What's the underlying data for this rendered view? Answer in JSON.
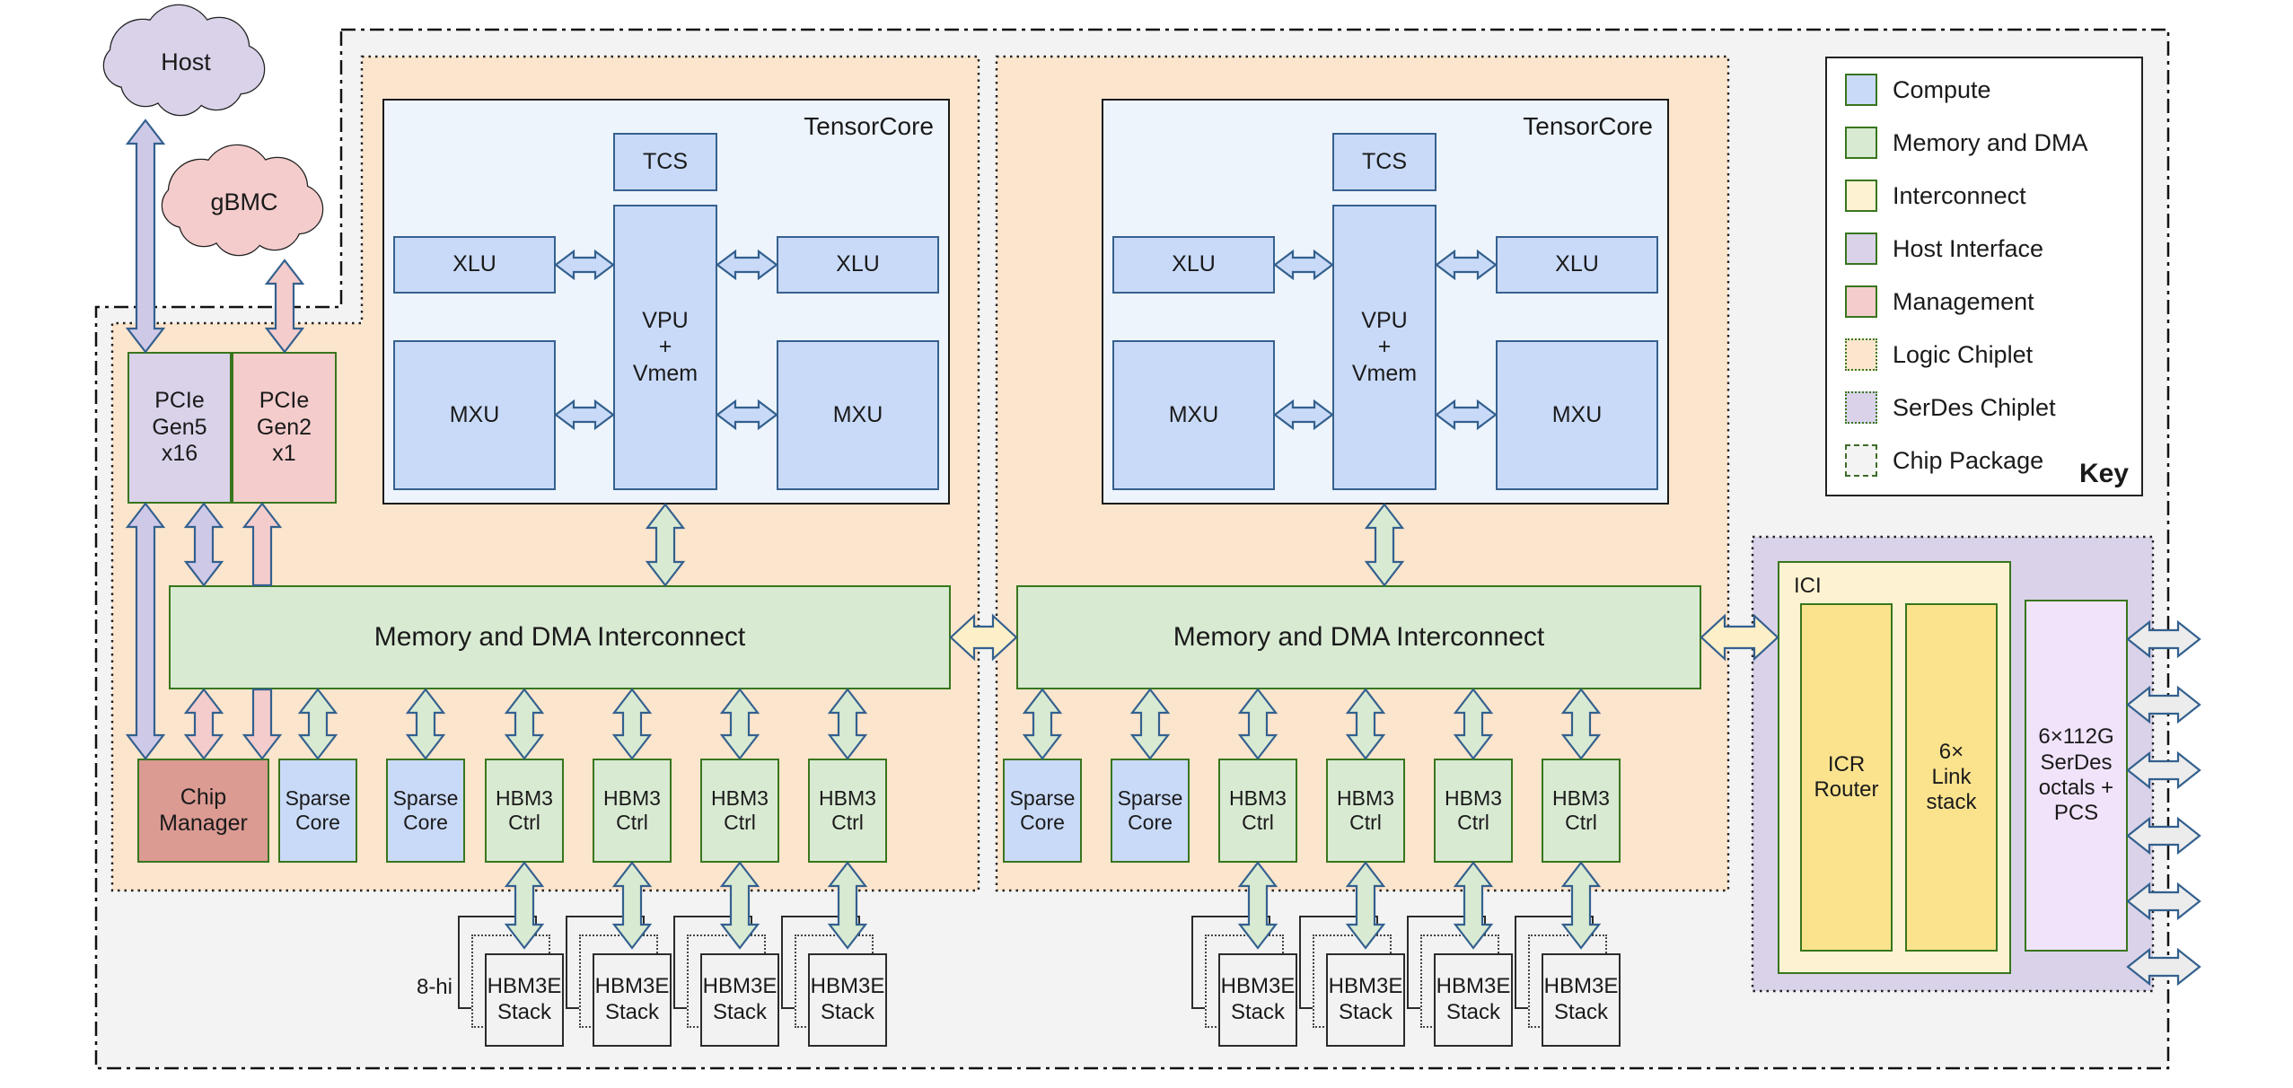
{
  "labels": {
    "host_cloud": "Host",
    "gbmc_cloud": "gBMC",
    "pcie_gen5": "PCIe\nGen5\nx16",
    "pcie_gen2": "PCIe\nGen2\nx1",
    "tensorcore": "TensorCore",
    "tcs": "TCS",
    "vpu": "VPU\n+\nVmem",
    "xlu": "XLU",
    "mxu": "MXU",
    "interconnect": "Memory and DMA Interconnect",
    "chip_manager": "Chip\nManager",
    "sparse_core": "Sparse\nCore",
    "hbm3_ctrl": "HBM3\nCtrl",
    "hbm3e_stack": "HBM3E\nStack",
    "stack_height": "8-hi",
    "ici": "ICI",
    "icr_router": "ICR\nRouter",
    "link_stack": "6×\nLink\nstack",
    "serdes_octals": "6×112G\nSerDes\noctals +\nPCS"
  },
  "key": {
    "title": "Key",
    "items": [
      {
        "label": "Compute",
        "color": "#c9daf8",
        "border": "solid"
      },
      {
        "label": "Memory and DMA",
        "color": "#d9ead3",
        "border": "solid"
      },
      {
        "label": "Interconnect",
        "color": "#fdf3d2",
        "border": "solid"
      },
      {
        "label": "Host Interface",
        "color": "#d9d2e9",
        "border": "solid"
      },
      {
        "label": "Management",
        "color": "#f4cccc",
        "border": "solid"
      },
      {
        "label": "Logic Chiplet",
        "color": "#fce5cd",
        "border": "dotted"
      },
      {
        "label": "SerDes Chiplet",
        "color": "#d9d2e9",
        "border": "dotted"
      },
      {
        "label": "Chip Package",
        "color": "#f3f3f3",
        "border": "dashdot"
      }
    ]
  },
  "colors": {
    "compute_fill": "#c9daf8",
    "memory_fill": "#d9ead3",
    "interconnect_fill": "#fdf3d2",
    "interconnect_inner_fill": "#fbe38e",
    "host_interface_fill": "#d9d2e9",
    "management_fill": "#f4cccc",
    "chip_manager_fill": "#db9a92",
    "logic_chiplet_fill": "#fce5cd",
    "serdes_chiplet_fill": "#d9d2e9",
    "chip_package_fill": "#f3f3f3",
    "serdes_octals_fill": "#f1e3f9",
    "tensorcore_fill": "#edf4fc",
    "stack_fill": "#f2f2f2",
    "arrow_stroke": "#33608e",
    "arrow_purple": "#cfc9e8",
    "arrow_pink": "#f4cccc",
    "arrow_green": "#d9ead3",
    "arrow_blue": "#c9daf8",
    "arrow_yellow": "#fdf0c8",
    "arrow_gray": "#ececec",
    "green_border": "#38761d"
  }
}
